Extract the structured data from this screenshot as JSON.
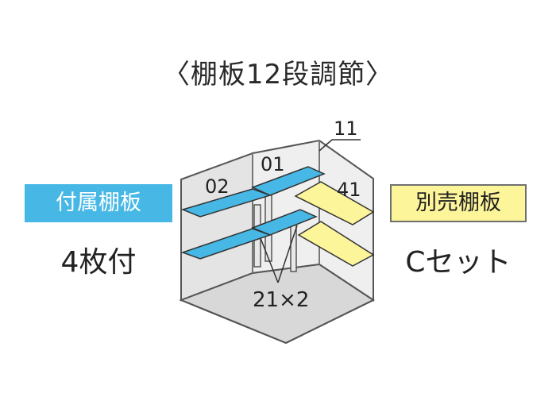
{
  "title": "〈棚板12段調節〉",
  "attached_shelves": {
    "label": "付属棚板",
    "quantity": "4枚付"
  },
  "sold_separately": {
    "label": "別売棚板",
    "set": "Cセット"
  },
  "shelf_labels": {
    "a": "02",
    "b": "01",
    "c": "11",
    "d": "41",
    "e": "21×2"
  },
  "colors": {
    "attached": "#47b8e6",
    "separate": "#fdf59a",
    "frame": "#555555"
  }
}
